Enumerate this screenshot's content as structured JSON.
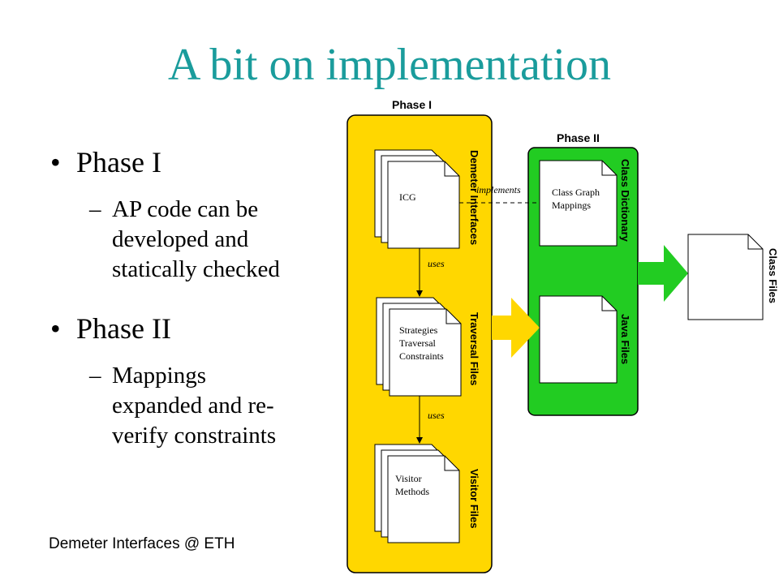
{
  "slide": {
    "title": "A bit on implementation",
    "footer": "Demeter Interfaces @ ETH"
  },
  "bullets": [
    {
      "label": "Phase I",
      "sub": [
        "AP code can be",
        "developed and",
        "statically checked"
      ]
    },
    {
      "label": "Phase II",
      "sub": [
        "Mappings",
        "expanded and re-",
        "verify constraints"
      ]
    }
  ],
  "diagram": {
    "phase1_title": "Phase I",
    "phase2_title": "Phase II",
    "docs": {
      "icg": "ICG",
      "strategies": [
        "Strategies",
        "Traversal",
        "Constraints"
      ],
      "visitor": [
        "Visitor",
        "Methods"
      ],
      "class_graph": [
        "Class Graph",
        "Mappings"
      ]
    },
    "side_labels": {
      "demeter_interfaces": "Demeter Interfaces",
      "traversal_files": "Traversal Files",
      "visitor_files": "Visitor Files",
      "class_dictionary": "Class Dictionary",
      "java_files": "Java Files",
      "class_files": "Class Files"
    },
    "edge_labels": {
      "implements": "implements",
      "uses": "uses"
    },
    "colors": {
      "phase1_fill": "#ffd700",
      "phase2_fill": "#22cc22",
      "title": "#1a9c9c"
    }
  }
}
